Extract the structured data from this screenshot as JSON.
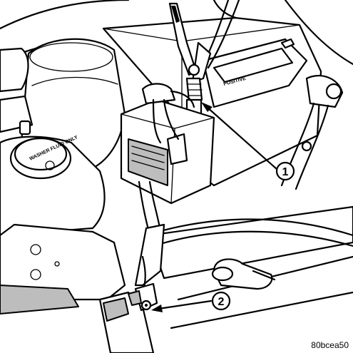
{
  "callouts": [
    {
      "number": "1"
    },
    {
      "number": "2"
    }
  ],
  "battery_label": "POSITIVE",
  "cap_label": "WASHER FLUID ONLY",
  "figure_code": "80bcea50"
}
